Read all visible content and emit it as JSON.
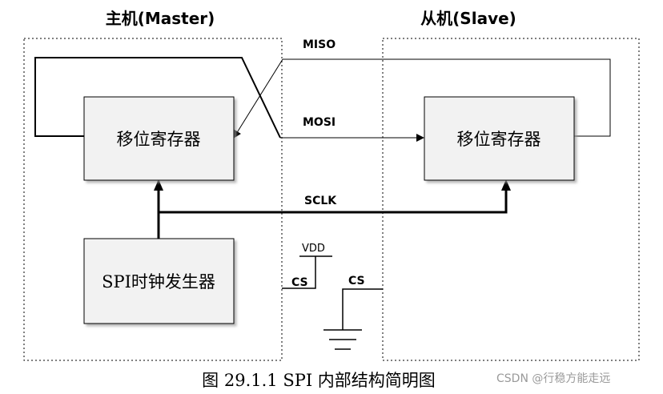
{
  "master_title": "主机(Master)",
  "slave_title": "从机(Slave)",
  "master_shift_register": "移位寄存器",
  "slave_shift_register": "移位寄存器",
  "clock_generator": "SPI时钟发生器",
  "signals": {
    "miso": "MISO",
    "mosi": "MOSI",
    "sclk": "SCLK",
    "cs_master": "CS",
    "cs_slave": "CS",
    "vdd": "VDD"
  },
  "caption": "图 29.1.1 SPI 内部结构简明图",
  "watermark": "CSDN @行稳方能走远",
  "colors": {
    "box_fill": "#f2f2f2",
    "box_stroke": "#000000",
    "line": "#000000",
    "watermark": "#9a9a9a"
  }
}
